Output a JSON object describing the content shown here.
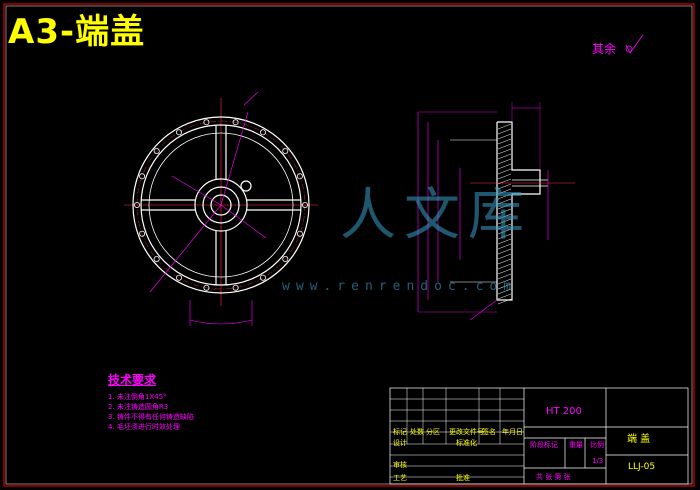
{
  "drawing": {
    "heading": "A3-端盖",
    "roughness_note": "其余",
    "technical_requirements": {
      "title": "技术要求",
      "notes": [
        "1. 未注倒角1X45°",
        "2. 未注铸造圆角R3",
        "3. 铸件不得有任何铸造缺陷",
        "4. 毛坯须进行时效处理"
      ]
    }
  },
  "title_block": {
    "material": "HT 200",
    "part_name": "端 盖",
    "drawing_no": "LLJ-05",
    "scale": "1/3",
    "sheet": "共   张   第   张",
    "labels": {
      "mark": "标记",
      "count": "处数",
      "zone": "分区",
      "doc_no": "更改文件号",
      "signature": "签名",
      "date": "年月日",
      "design": "设计",
      "standardize": "标准化",
      "review": "审核",
      "process": "工艺",
      "approve": "批准",
      "stage_mark": "阶段标记",
      "weight": "重量",
      "ratio": "比例"
    }
  },
  "watermark": {
    "text": "人文库",
    "url": "www.renrendoc.com"
  },
  "colors": {
    "background": "#000000",
    "heading": "#ffff00",
    "annotation": "#ff00ff",
    "outline": "#ffffff",
    "border": "#ff0000",
    "titleblock_line": "#ffffff"
  }
}
